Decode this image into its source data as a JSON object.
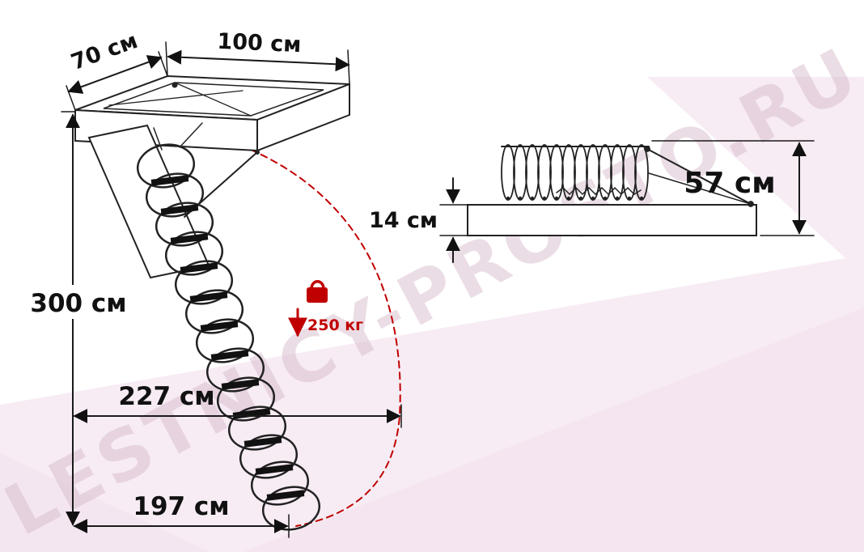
{
  "watermark": {
    "text": "LESTNICY-PROSTO.RU"
  },
  "colors": {
    "line": "#1a1a1a",
    "accent_red": "#c00000",
    "bg_pink": "#f7ecf4",
    "bg_pink_dark": "#f3e2ee",
    "watermark": "#d8bccd"
  },
  "left_diagram": {
    "dim_depth": "70 см",
    "dim_width": "100 см",
    "dim_height": "300 см",
    "dim_reach": "227 см",
    "dim_base": "197 см",
    "load_capacity": "250 кг"
  },
  "right_diagram": {
    "dim_folded_height": "57 см",
    "dim_lid_thickness": "14 см"
  }
}
